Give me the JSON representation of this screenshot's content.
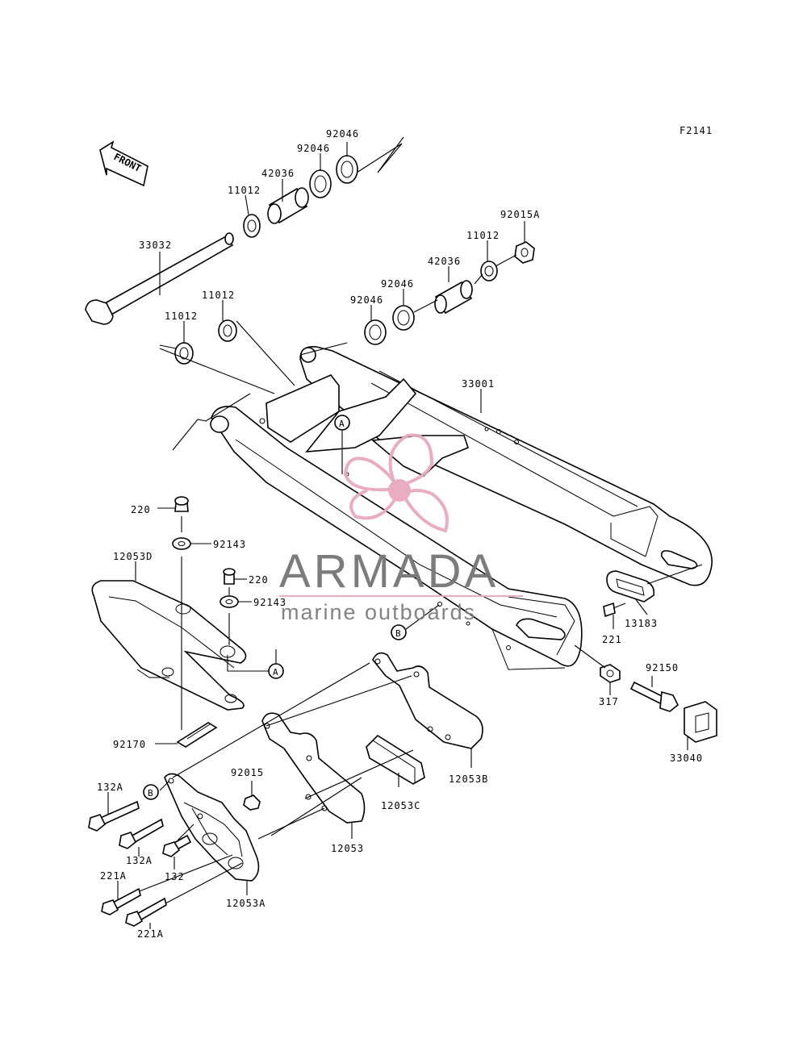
{
  "figure_code": "F2141",
  "front_label": "FRONT",
  "labels": {
    "l_92046_top": "92046",
    "l_92046_2": "92046",
    "l_42036_top": "42036",
    "l_11012_top": "11012",
    "l_33032": "33032",
    "l_92015A": "92015A",
    "l_11012_r": "11012",
    "l_42036_r": "42036",
    "l_92046_r1": "92046",
    "l_92046_r2": "92046",
    "l_11012_m": "11012",
    "l_11012_l": "11012",
    "l_33001": "33001",
    "l_220_a": "220",
    "l_92143_a": "92143",
    "l_12053D": "12053D",
    "l_220_b": "220",
    "l_92143_b": "92143",
    "l_13183": "13183",
    "l_221": "221",
    "l_92150": "92150",
    "l_317": "317",
    "l_33040": "33040",
    "l_92170": "92170",
    "l_92015": "92015",
    "l_12053B": "12053B",
    "l_132A_1": "132A",
    "l_12053C": "12053C",
    "l_132A_2": "132A",
    "l_132": "132",
    "l_12053": "12053",
    "l_221A_1": "221A",
    "l_12053A": "12053A",
    "l_221A_2": "221A"
  },
  "callouts": {
    "a_top": "A",
    "a_bottom": "A",
    "b_right": "B",
    "b_left": "B"
  },
  "watermark": {
    "brand": "ARMADA",
    "tagline": "marine outboards"
  },
  "colors": {
    "line": "#000000",
    "watermark_pink": "#e8a9bd",
    "watermark_gray": "#757575"
  }
}
